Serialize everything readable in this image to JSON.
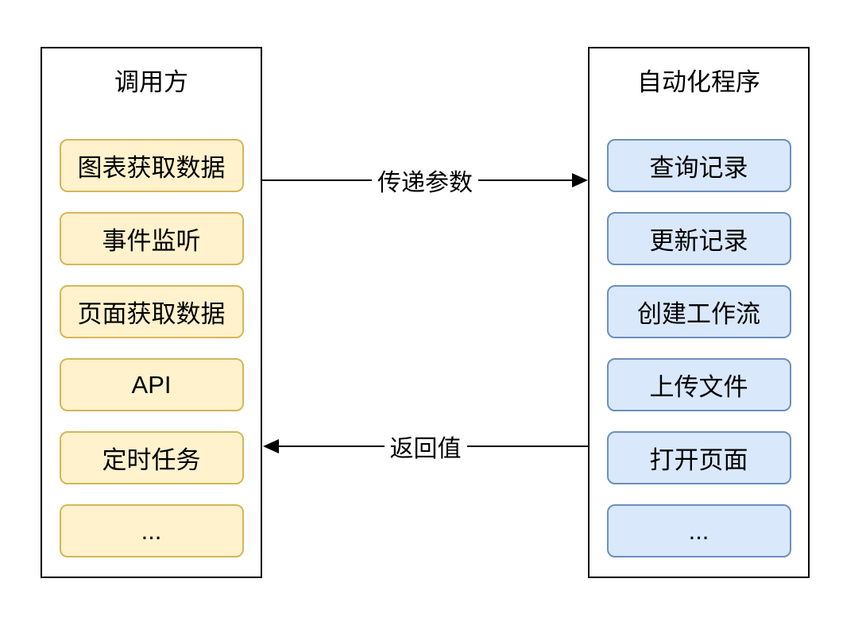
{
  "caller": {
    "title": "调用方",
    "items": [
      "图表获取数据",
      "事件监听",
      "页面获取数据",
      "API",
      "定时任务",
      "..."
    ]
  },
  "automation": {
    "title": "自动化程序",
    "items": [
      "查询记录",
      "更新记录",
      "创建工作流",
      "上传文件",
      "打开页面",
      "..."
    ]
  },
  "arrows": {
    "to_automation": {
      "label": "传递参数",
      "direction": "left-to-right"
    },
    "to_caller": {
      "label": "返回值",
      "direction": "right-to-left"
    }
  },
  "colors": {
    "background": "#FFFFFF",
    "text": "#000000",
    "box_border": "#000000",
    "arrow": "#000000",
    "caller_node_fill": "#FFF2CC",
    "caller_node_border": "#D6B656",
    "automation_node_fill": "#DAE8FC",
    "automation_node_border": "#6C8EBF"
  }
}
